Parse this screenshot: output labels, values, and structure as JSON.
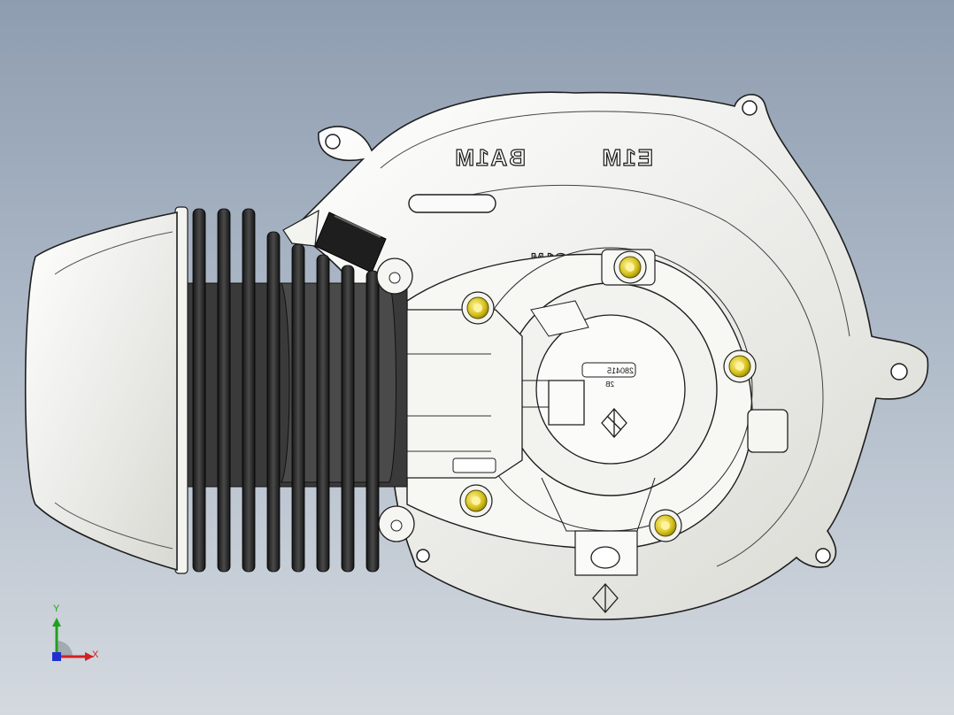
{
  "viewport": {
    "background_top": "#8e9db0",
    "background_bottom": "#d4d9df"
  },
  "model": {
    "labels": {
      "cover_code_left": "BA1M",
      "cover_code_right": "E1M",
      "inner_code": "C1M",
      "stamp_code": "280415",
      "stamp_sub": "2B"
    },
    "colors": {
      "casing": "#f3f3ef",
      "fins": "#2a2a2a",
      "bolts": "#d6c21e",
      "outline": "#1e1e1e"
    }
  },
  "triad": {
    "x_label": "X",
    "y_label": "Y",
    "x_color": "#d42020",
    "y_color": "#20a020",
    "z_color": "#2030d0"
  }
}
